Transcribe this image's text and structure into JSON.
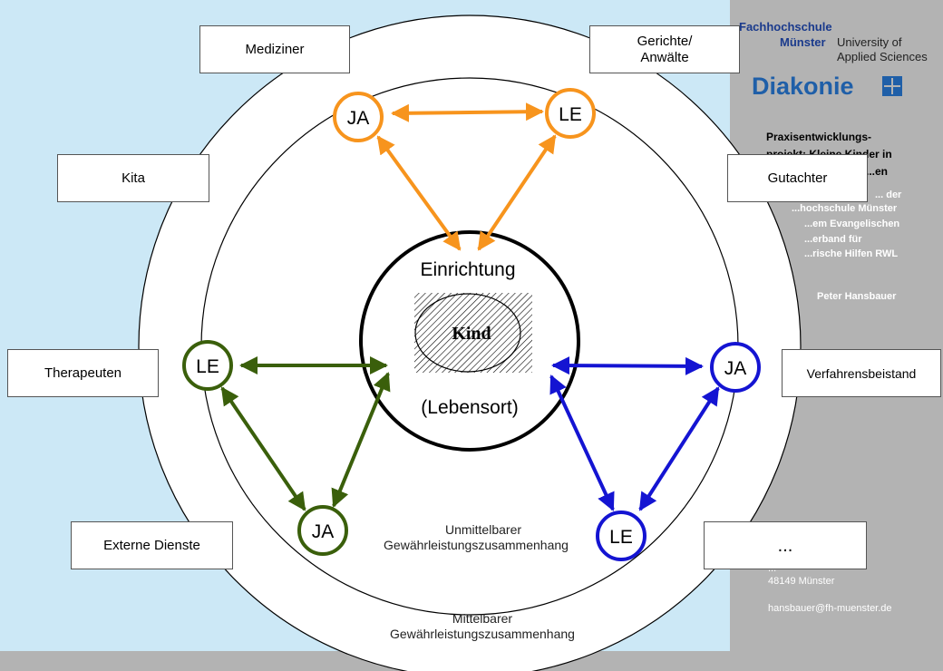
{
  "logos": {
    "fh_line1": "Fachhochschule",
    "fh_line2": "Münster",
    "fh_university": "University of",
    "fh_applied": "Applied Sciences",
    "diakonie": "Diakonie"
  },
  "sidebar": {
    "project_line1": "Praxisentwicklungs-",
    "project_line2": "projekt: Kleine Kinder in",
    "project_line3": "...en",
    "partner_line1": "... der",
    "partner_line2": "...hochschule Münster",
    "partner_line3": "...em Evangelischen",
    "partner_line4": "...erband für",
    "partner_line5": "...rische Hilfen RWL",
    "person": "Peter Hansbauer",
    "address_street": "...",
    "address_city": "48149 Münster",
    "email": "hansbauer@fh-muenster.de"
  },
  "external": {
    "mediziner": "Mediziner",
    "gerichte_1": "Gerichte/",
    "gerichte_2": "Anwälte",
    "kita": "Kita",
    "gutachter": "Gutachter",
    "therapeuten": "Therapeuten",
    "verfahrensbeistand": "Verfahrensbeistand",
    "externe_dienste": "Externe Dienste",
    "more": "..."
  },
  "center": {
    "einrichtung": "Einrichtung",
    "kind": "Kind",
    "lebensort": "(Lebensort)"
  },
  "nodes": {
    "top_ja": "JA",
    "top_le": "LE",
    "left_le": "LE",
    "left_ja": "JA",
    "right_ja": "JA",
    "right_le": "LE"
  },
  "zones": {
    "inner_1": "Unmittelbarer",
    "inner_2": "Gewährleistungszusammenhang",
    "outer_1": "Mittelbarer",
    "outer_2": "Gewährleistungszusammenhang"
  },
  "colors": {
    "orange": "#f7941d",
    "green": "#3a5f0b",
    "blue": "#1414d2",
    "slide_bg": "#cce8f6",
    "sidebar_bg": "#b3b3b3",
    "fh_blue": "#1a3a8c",
    "diakonie_blue": "#1f5fa8"
  }
}
